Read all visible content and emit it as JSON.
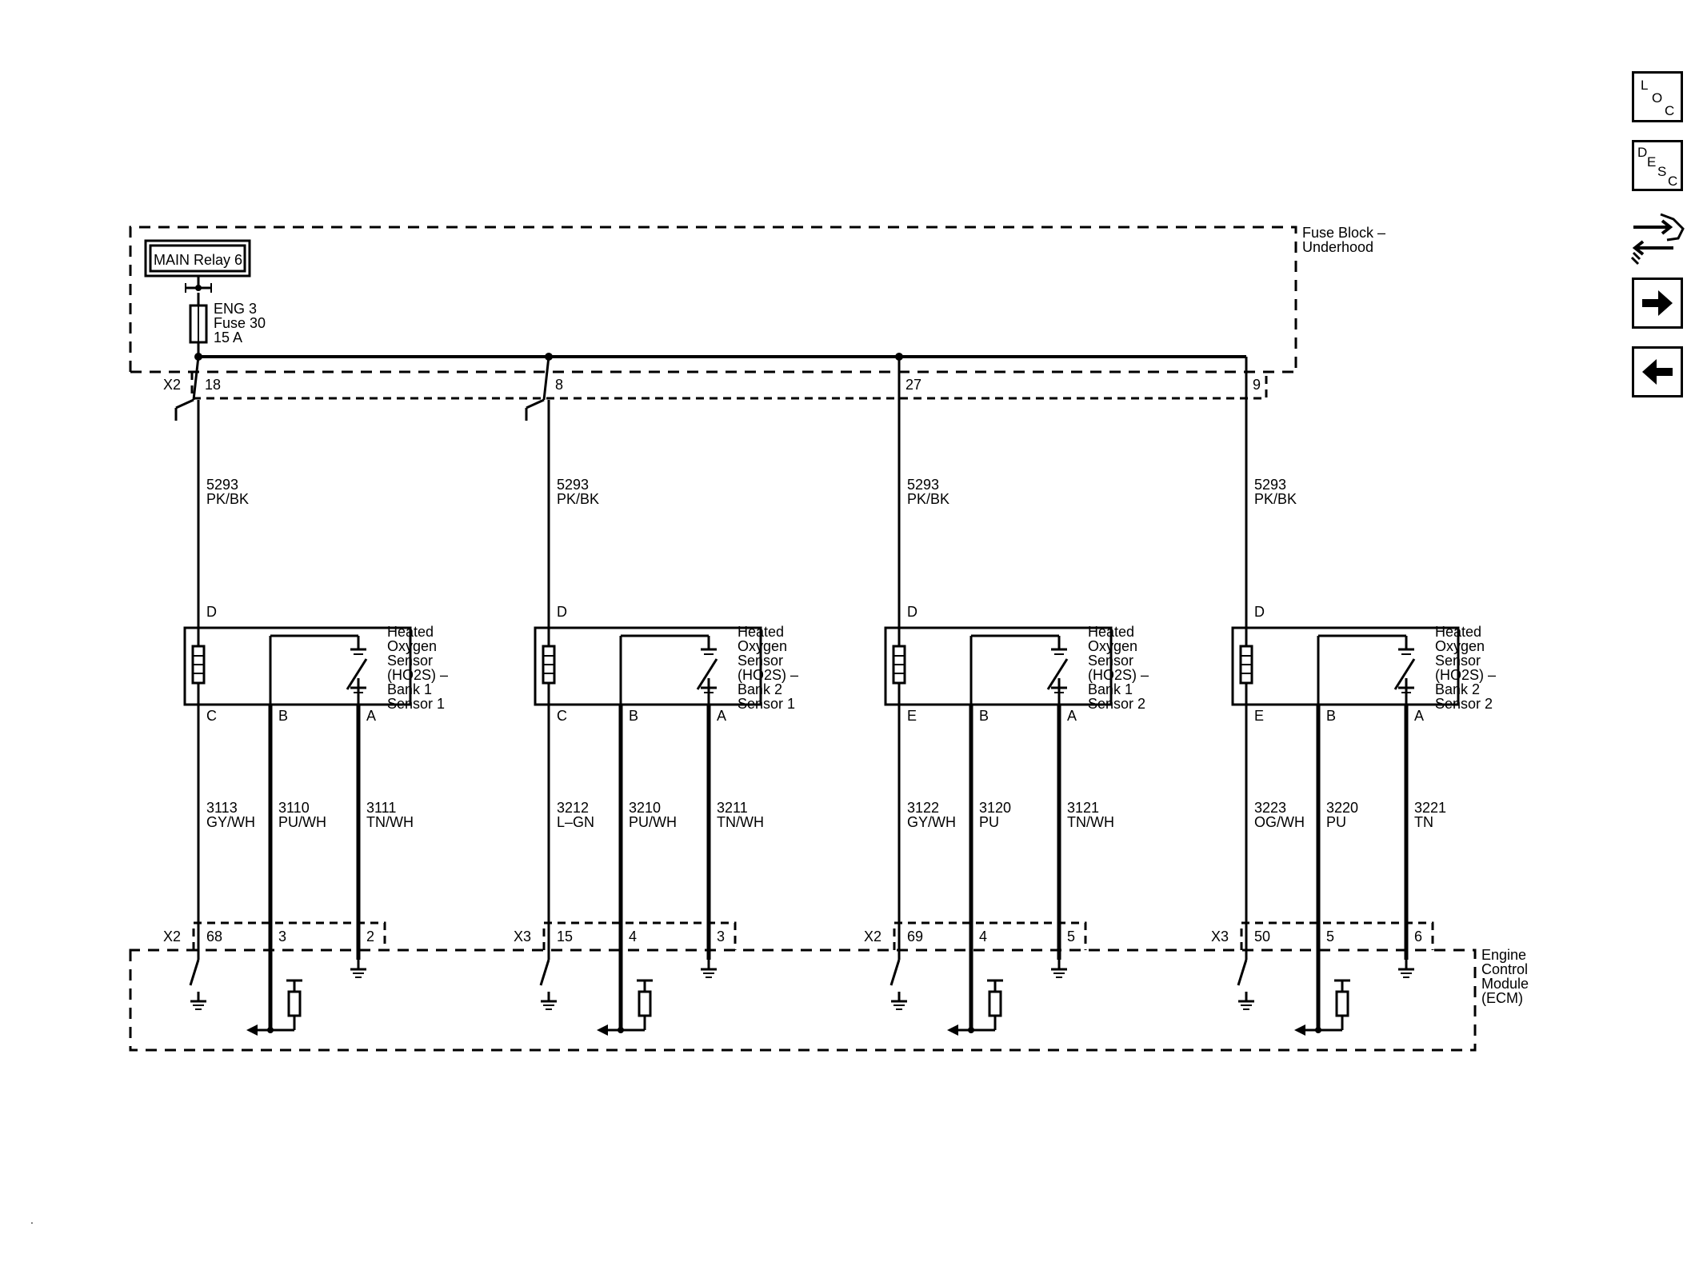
{
  "fuse_block": {
    "label_line1": "Fuse Block –",
    "label_line2": "Underhood",
    "relay_label": "MAIN Relay 6",
    "fuse_line1": "ENG 3",
    "fuse_line2": "Fuse 30",
    "fuse_line3": "15 A"
  },
  "ecm": {
    "label_line1": "Engine",
    "label_line2": "Control",
    "label_line3": "Module",
    "label_line4": "(ECM)"
  },
  "circuits": [
    {
      "top_pin": "18",
      "top_connector": "X2",
      "feed_circuit": "5293",
      "feed_color": "PK/BK",
      "sensor_lines": [
        "Heated",
        "Oxygen",
        "Sensor",
        "(HO2S)  –",
        "Bank 1",
        "Sensor 1"
      ],
      "pin_d": "D",
      "pin_heater_low": "C",
      "pin_b": "B",
      "pin_a": "A",
      "wires": [
        {
          "circuit": "3113",
          "color": "GY/WH"
        },
        {
          "circuit": "3110",
          "color": "PU/WH"
        },
        {
          "circuit": "3111",
          "color": "TN/WH"
        }
      ],
      "ecm_connector": "X2",
      "ecm_pins": [
        "68",
        "3",
        "2"
      ]
    },
    {
      "top_pin": "8",
      "top_connector": "",
      "feed_circuit": "5293",
      "feed_color": "PK/BK",
      "sensor_lines": [
        "Heated",
        "Oxygen",
        "Sensor",
        "(HO2S)  –",
        "Bank 2",
        "Sensor 1"
      ],
      "pin_d": "D",
      "pin_heater_low": "C",
      "pin_b": "B",
      "pin_a": "A",
      "wires": [
        {
          "circuit": "3212",
          "color": "L–GN"
        },
        {
          "circuit": "3210",
          "color": "PU/WH"
        },
        {
          "circuit": "3211",
          "color": "TN/WH"
        }
      ],
      "ecm_connector": "X3",
      "ecm_pins": [
        "15",
        "4",
        "3"
      ]
    },
    {
      "top_pin": "27",
      "top_connector": "",
      "feed_circuit": "5293",
      "feed_color": "PK/BK",
      "sensor_lines": [
        "Heated",
        "Oxygen",
        "Sensor",
        "(HO2S)  –",
        "Bank 1",
        "Sensor 2"
      ],
      "pin_d": "D",
      "pin_heater_low": "E",
      "pin_b": "B",
      "pin_a": "A",
      "wires": [
        {
          "circuit": "3122",
          "color": "GY/WH"
        },
        {
          "circuit": "3120",
          "color": "PU"
        },
        {
          "circuit": "3121",
          "color": "TN/WH"
        }
      ],
      "ecm_connector": "X2",
      "ecm_pins": [
        "69",
        "4",
        "5"
      ]
    },
    {
      "top_pin": "9",
      "top_connector": "",
      "feed_circuit": "5293",
      "feed_color": "PK/BK",
      "sensor_lines": [
        "Heated",
        "Oxygen",
        "Sensor",
        "(HO2S)  –",
        "Bank 2",
        "Sensor 2"
      ],
      "pin_d": "D",
      "pin_heater_low": "E",
      "pin_b": "B",
      "pin_a": "A",
      "wires": [
        {
          "circuit": "3223",
          "color": "OG/WH"
        },
        {
          "circuit": "3220",
          "color": "PU"
        },
        {
          "circuit": "3221",
          "color": "TN"
        }
      ],
      "ecm_connector": "X3",
      "ecm_pins": [
        "50",
        "5",
        "6"
      ]
    }
  ],
  "nav": {
    "loc": [
      "L",
      "O",
      "C"
    ],
    "desc": [
      "D",
      "E",
      "S",
      "C"
    ],
    "connector_icon": "connector-end-view-icon",
    "next_icon": "arrow-right-icon",
    "prev_icon": "arrow-left-icon"
  }
}
